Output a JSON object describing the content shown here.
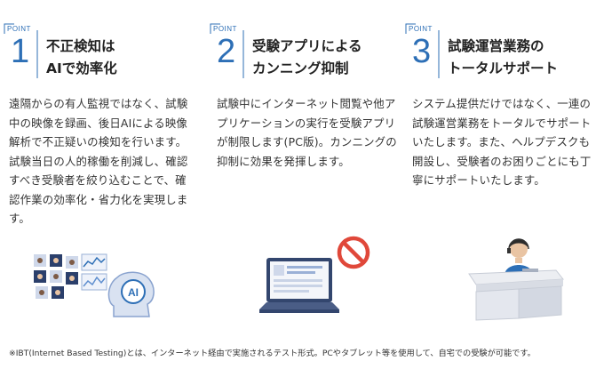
{
  "points": [
    {
      "label": "POINT",
      "number": "1",
      "title_line1": "不正検知は",
      "title_line2": "AIで効率化",
      "body": "遠隔からの有人監視ではなく、試験中の映像を録画、後日AIによる映像解析で不正疑いの検知を行います。試験当日の人的稼働を削減し、確認すべき受験者を絞り込むことで、確認作業の効率化・省力化を実現します。",
      "illustration_text": "AI"
    },
    {
      "label": "POINT",
      "number": "2",
      "title_line1": "受験アプリによる",
      "title_line2": "カンニング抑制",
      "body": "試験中にインターネット閲覧や他アプリケーションの実行を受験アプリが制限します(PC版)。カンニングの抑制に効果を発揮します。"
    },
    {
      "label": "POINT",
      "number": "3",
      "title_line1": "試験運営業務の",
      "title_line2": "トータルサポート",
      "body": "システム提供だけではなく、一連の試験運営業務をトータルでサポートいたします。また、ヘルプデスクも開設し、受験者のお困りごとにも丁寧にサポートいたします。"
    }
  ],
  "footnote": "※IBT(Internet Based Testing)とは、インターネット経由で実施されるテスト形式。PCやタブレット等を使用して、自宅での受験が可能です。",
  "colors": {
    "accent": "#2d6fb6",
    "prohibit": "#e0483a",
    "text": "#333333"
  }
}
